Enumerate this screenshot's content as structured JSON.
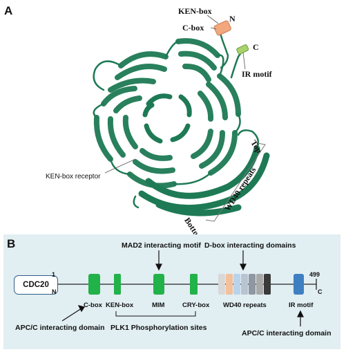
{
  "panel_a": {
    "letter": "A",
    "labels": {
      "ken_box": "KEN-box",
      "c_box": "C-box",
      "n_term": "N",
      "c_term": "C",
      "ir_motif": "IR motif",
      "ken_receptor": "KEN-box receptor",
      "top": "Top",
      "bottom": "Bottom",
      "wd40": "WD40 repeats"
    },
    "colors": {
      "ribbon": "#1e7a55",
      "ken_box": "#f2a77c",
      "ir_motif": "#a8d26b"
    }
  },
  "panel_b": {
    "letter": "B",
    "protein": "CDC20",
    "start": "1",
    "end": "499",
    "n_term": "N",
    "c_term": "C",
    "domains": {
      "c_box": "C-box",
      "ken_box": "KEN-box",
      "mim": "MIM",
      "cry_box": "CRY-box",
      "wd40": "WD40 repeats",
      "ir_motif": "IR motif"
    },
    "annotations": {
      "mad2": "MAD2 interacting motif",
      "dbox": "D-box interacting domains",
      "apc_left": "APC/C interacting domain",
      "plk1": "PLK1 Phosphorylation sites",
      "apc_right": "APC/C interacting domain"
    },
    "colors": {
      "background": "#e1eef2",
      "motif": "#21b24a",
      "ir_motif": "#3d7fc1",
      "wd40_blades": [
        "#d8d8d8",
        "#f2c09a",
        "#b9d3ea",
        "#b8c4d2",
        "#8f97a2",
        "#a9a9a9",
        "#3a3a3a"
      ]
    }
  }
}
